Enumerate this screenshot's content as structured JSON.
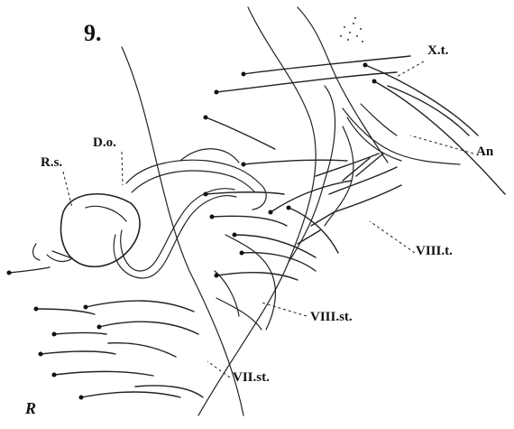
{
  "figure": {
    "number": "9.",
    "signature": "R"
  },
  "labels": {
    "x_t": "X.t.",
    "an": "An",
    "r_s": "R.s.",
    "d_o": "D.o.",
    "viii_t": "VIII.t.",
    "viii_st": "VIII.st.",
    "vii_st": "VII.st."
  }
}
